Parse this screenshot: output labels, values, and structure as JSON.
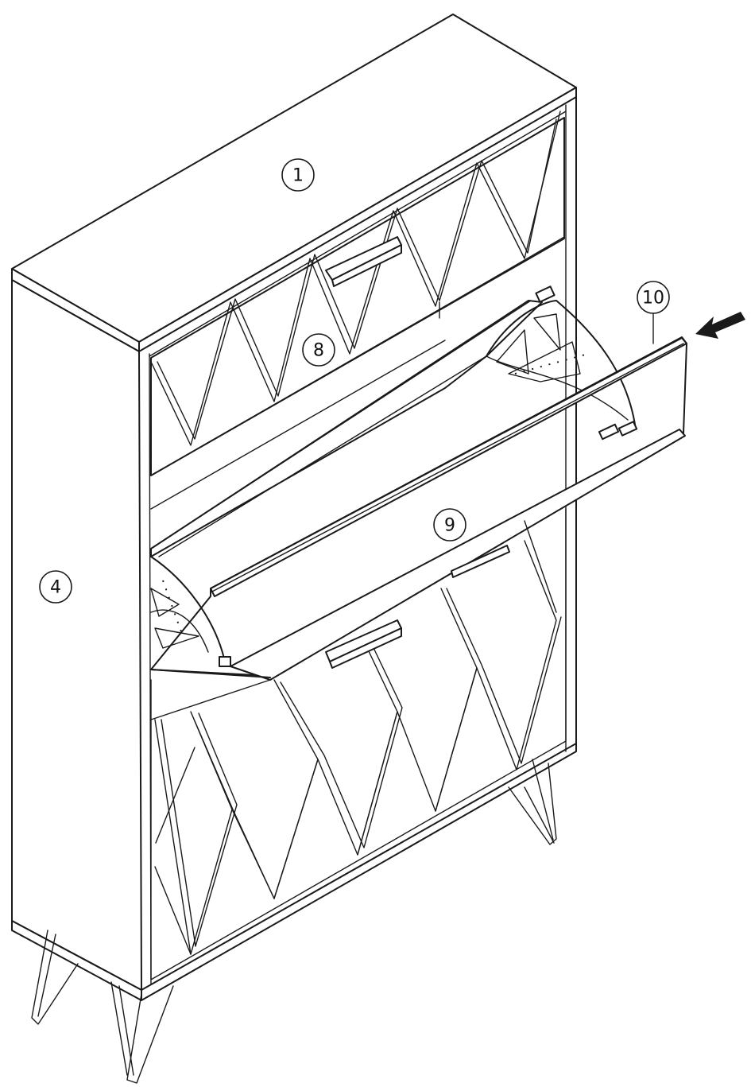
{
  "callouts": {
    "top_panel": "1",
    "side_panel": "4",
    "upper_flap": "8",
    "lower_flap": "9",
    "rail": "10"
  },
  "colors": {
    "line": "#1a1a1a",
    "background": "#ffffff"
  }
}
